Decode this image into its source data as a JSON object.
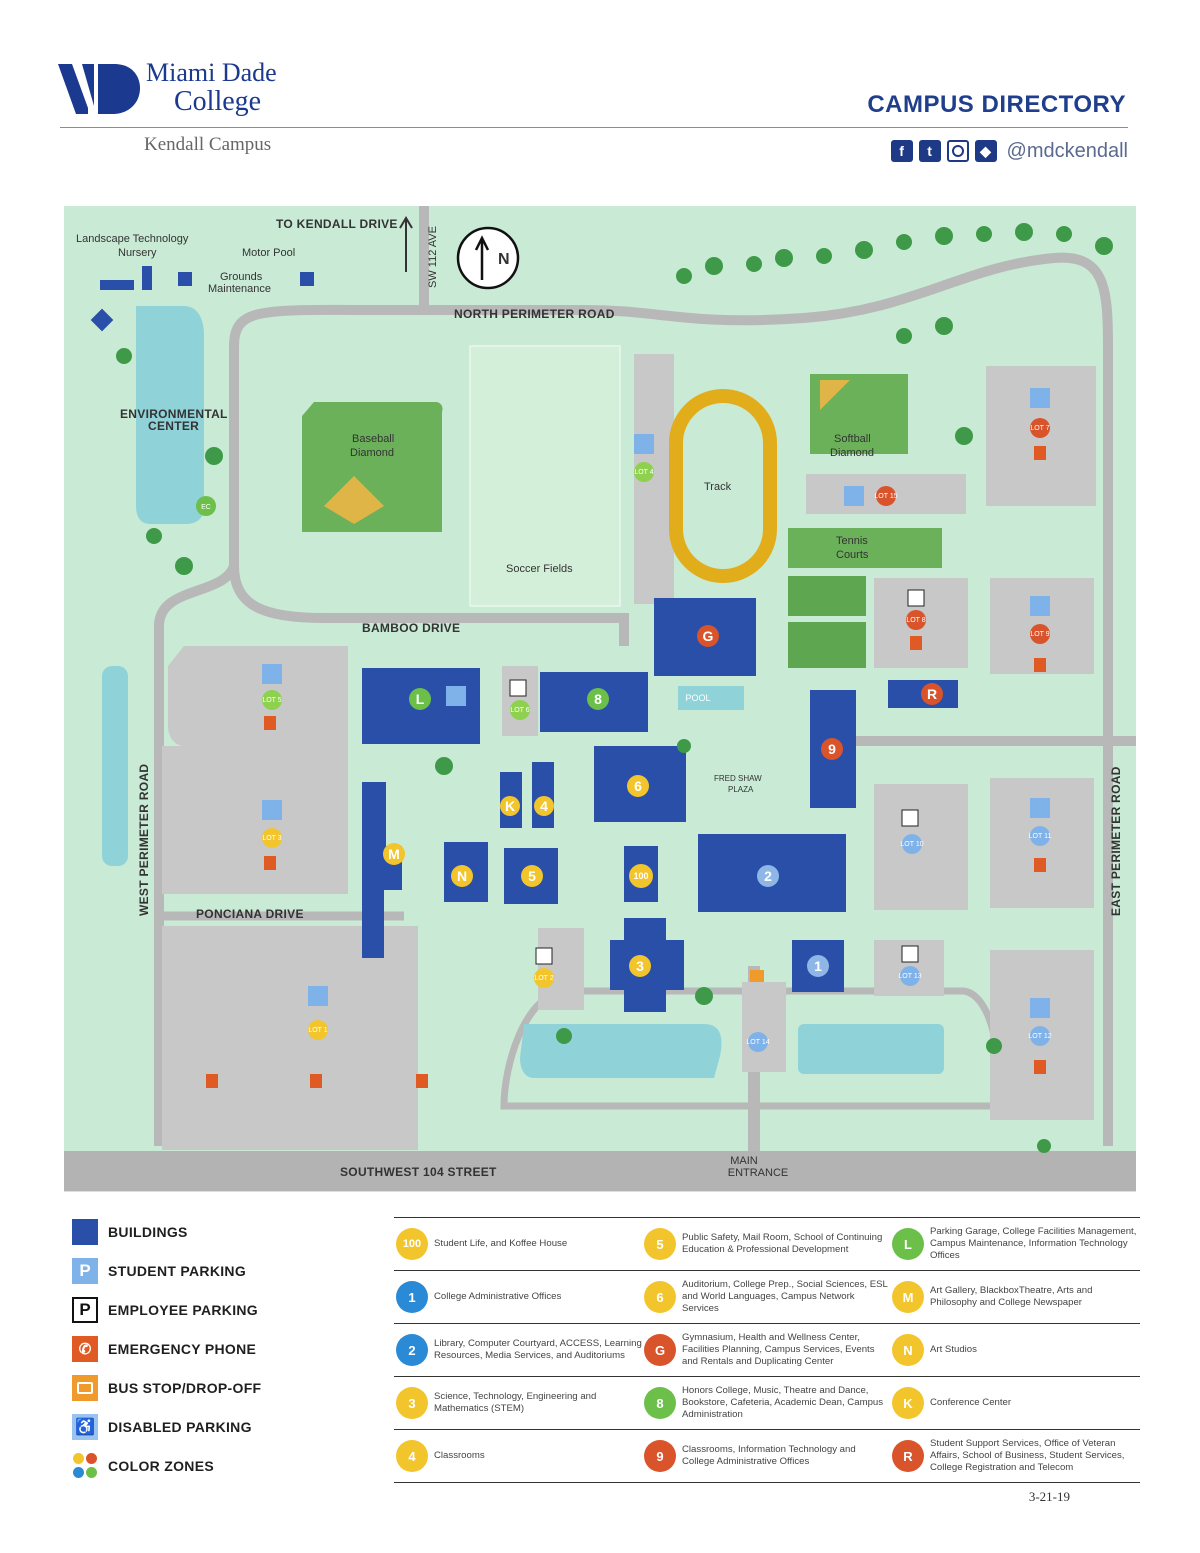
{
  "header": {
    "logo_line1": "Miami Dade",
    "logo_line2": "College",
    "campus": "Kendall Campus",
    "title": "CAMPUS DIRECTORY",
    "handle": "@mdckendall",
    "social_icons": [
      "facebook-icon",
      "twitter-icon",
      "instagram-icon",
      "snapchat-icon"
    ],
    "brand_color": "#1f3f8c"
  },
  "map": {
    "roads": {
      "north_perimeter": "NORTH PERIMETER ROAD",
      "west_perimeter": "WEST PERIMETER ROAD",
      "east_perimeter": "EAST PERIMETER ROAD",
      "bamboo": "BAMBOO DRIVE",
      "ponciana": "PONCIANA DRIVE",
      "sw_104": "SOUTHWEST 104 STREET",
      "sw_112": "SW 112 AVE",
      "to_kendall": "TO KENDALL DRIVE",
      "main_entrance_1": "MAIN",
      "main_entrance_2": "ENTRANCE"
    },
    "places": {
      "landscape_1": "Landscape Technology",
      "landscape_2": "Nursery",
      "motor_pool": "Motor Pool",
      "grounds_1": "Grounds",
      "grounds_2": "Maintenance",
      "env_1": "ENVIRONMENTAL",
      "env_2": "CENTER",
      "env_badge": "EC",
      "baseball_1": "Baseball",
      "baseball_2": "Diamond",
      "soccer": "Soccer Fields",
      "track": "Track",
      "softball_1": "Softball",
      "softball_2": "Diamond",
      "tennis_1": "Tennis",
      "tennis_2": "Courts",
      "pool": "POOL",
      "plaza_1": "FRED SHAW",
      "plaza_2": "PLAZA",
      "north": "N"
    },
    "building_markers": [
      "G",
      "L",
      "8",
      "R",
      "9",
      "6",
      "K",
      "4",
      "M",
      "N",
      "5",
      "100",
      "2",
      "3",
      "1"
    ],
    "lots": {
      "lot1": "LOT 1",
      "lot2": "LOT 2",
      "lot3": "LOT 3",
      "lot4": "LOT 4",
      "lot5": "LOT 5",
      "lot6": "LOT 6",
      "lot7": "LOT 7",
      "lot8": "LOT 8",
      "lot9": "LOT 9",
      "lot10": "LOT 10",
      "lot11": "LOT 11",
      "lot12": "LOT 12",
      "lot13": "LOT 13",
      "lot14": "LOT 14",
      "lot15": "LOT 15"
    },
    "colors": {
      "background": "#c9ead5",
      "road": "#b8b8b8",
      "lot": "#c8c8c8",
      "building": "#2a4fa8",
      "field": "#6bb15a",
      "track": "#e2ad1a",
      "water": "#8fd3d9",
      "tree": "#3e9a48"
    }
  },
  "legend": [
    {
      "label": "BUILDINGS",
      "icon": "building-icon"
    },
    {
      "label": "STUDENT PARKING",
      "icon": "student-parking-icon",
      "glyph": "P"
    },
    {
      "label": "EMPLOYEE PARKING",
      "icon": "employee-parking-icon",
      "glyph": "P"
    },
    {
      "label": "EMERGENCY PHONE",
      "icon": "emergency-phone-icon"
    },
    {
      "label": "BUS STOP/DROP-OFF",
      "icon": "bus-icon"
    },
    {
      "label": "DISABLED PARKING",
      "icon": "disabled-parking-icon"
    },
    {
      "label": "COLOR ZONES",
      "icon": "color-zones-icon"
    }
  ],
  "directory": [
    [
      {
        "code": "100",
        "color": "#f3c52c",
        "text": "Student Life, and Koffee House"
      },
      {
        "code": "5",
        "color": "#f3c52c",
        "text": "Public Safety, Mail Room, School of Continuing Education & Professional Development"
      },
      {
        "code": "L",
        "color": "#6cc04a",
        "text": "Parking Garage, College Facilities Management, Campus Maintenance, Information Technology Offices"
      }
    ],
    [
      {
        "code": "1",
        "color": "#2a8ad6",
        "text": "College Administrative Offices"
      },
      {
        "code": "6",
        "color": "#f3c52c",
        "text": "Auditorium, College Prep., Social Sciences, ESL and World Languages, Campus Network Services"
      },
      {
        "code": "M",
        "color": "#f3c52c",
        "text": "Art Gallery, BlackboxTheatre, Arts and Philosophy and College Newspaper"
      }
    ],
    [
      {
        "code": "2",
        "color": "#2a8ad6",
        "text": "Library, Computer Courtyard, ACCESS, Learning Resources, Media Services, and Auditoriums"
      },
      {
        "code": "G",
        "color": "#d9542a",
        "text": "Gymnasium, Health and Wellness Center, Facilities Planning, Campus Services, Events and Rentals and Duplicating Center"
      },
      {
        "code": "N",
        "color": "#f3c52c",
        "text": "Art Studios"
      }
    ],
    [
      {
        "code": "3",
        "color": "#f3c52c",
        "text": "Science, Technology, Engineering and Mathematics (STEM)"
      },
      {
        "code": "8",
        "color": "#6cc04a",
        "text": "Honors College, Music, Theatre and Dance, Bookstore, Cafeteria, Academic Dean, Campus Administration"
      },
      {
        "code": "K",
        "color": "#f3c52c",
        "text": "Conference Center"
      }
    ],
    [
      {
        "code": "4",
        "color": "#f3c52c",
        "text": "Classrooms"
      },
      {
        "code": "9",
        "color": "#d9542a",
        "text": "Classrooms, Information Technology and College Administrative Offices"
      },
      {
        "code": "R",
        "color": "#d9542a",
        "text": "Student Support Services, Office of Veteran Affairs, School of Business, Student Services, College Registration and Telecom"
      }
    ]
  ],
  "date": "3-21-19"
}
